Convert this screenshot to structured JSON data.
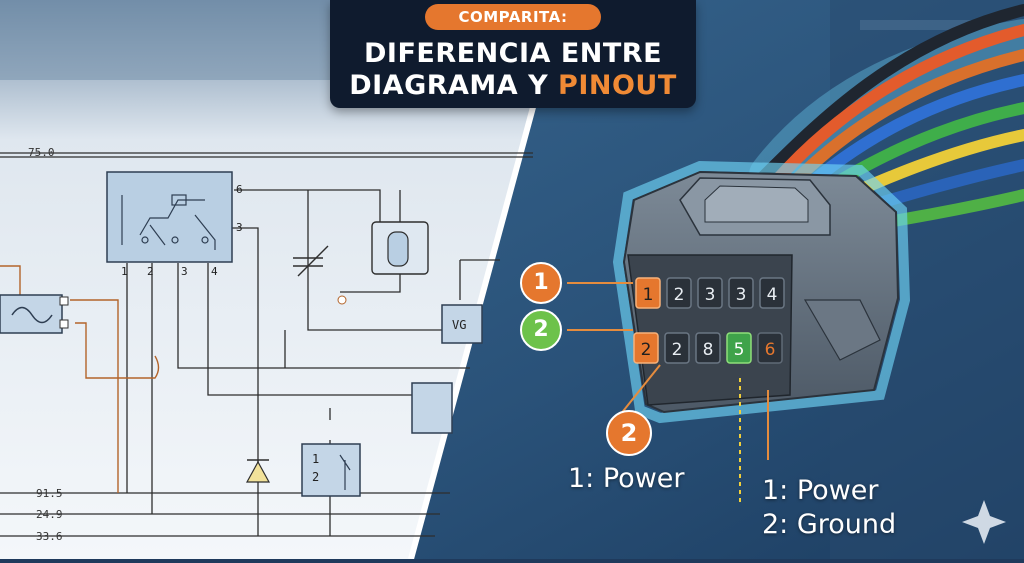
{
  "header": {
    "badge": "COMPARITA:",
    "title_line1": "DIFERENCIA ENTRE",
    "title_line2_prefix": "DIAGRAMA Y",
    "title_line2_highlight": "PINOUT"
  },
  "schematic": {
    "wire_values": [
      "75.0",
      "91.5",
      "24.9",
      "33.6"
    ],
    "relay_pins": [
      "1",
      "2",
      "3",
      "4"
    ],
    "relay_side_pins": [
      "6",
      "3"
    ],
    "component_label": "VG",
    "switch_label": "1\n2"
  },
  "connector": {
    "callout_1": "1",
    "callout_2": "2",
    "callout_bottom": "2",
    "top_row": [
      "1",
      "2",
      "3",
      "3",
      "4"
    ],
    "bottom_row": [
      "2",
      "2",
      "8",
      "5",
      "6"
    ],
    "caption_left": "1: Power",
    "caption_right": [
      "1: Power",
      "2: Ground"
    ],
    "colors": {
      "accent_orange": "#e5772e",
      "accent_green": "#6dc24b",
      "connector_body": "#5f6b78",
      "glow": "#6fd3f5"
    }
  }
}
